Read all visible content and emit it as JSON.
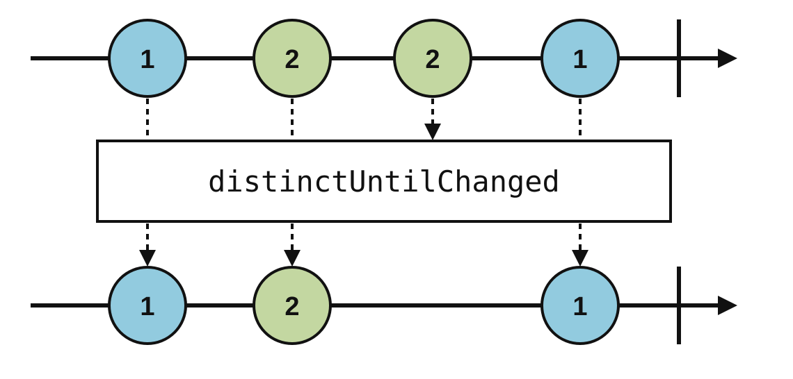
{
  "operator": {
    "label": "distinctUntilChanged"
  },
  "colors": {
    "line": "#111111",
    "blue_marble": "#92cbdf",
    "green_marble": "#c3d7a1",
    "box_fill": "#ffffff"
  },
  "input_timeline": {
    "marbles": [
      {
        "value": "1",
        "color": "blue"
      },
      {
        "value": "2",
        "color": "green"
      },
      {
        "value": "2",
        "color": "green"
      },
      {
        "value": "1",
        "color": "blue"
      }
    ],
    "completed": true
  },
  "output_timeline": {
    "marbles": [
      {
        "value": "1",
        "color": "blue"
      },
      {
        "value": "2",
        "color": "green"
      },
      {
        "value": "1",
        "color": "blue"
      }
    ],
    "completed": true
  }
}
